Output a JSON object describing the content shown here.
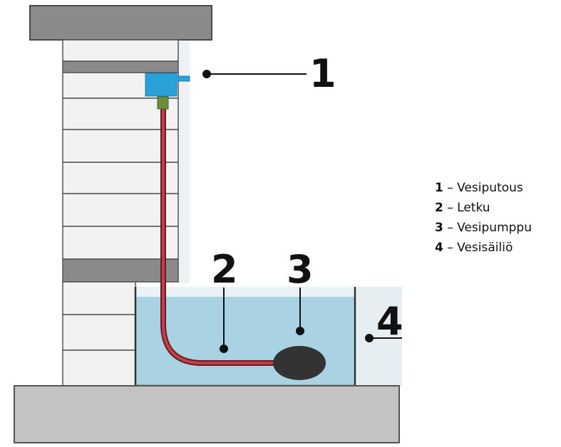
{
  "callouts": [
    {
      "number": "1"
    },
    {
      "number": "2"
    },
    {
      "number": "3"
    },
    {
      "number": "4"
    }
  ],
  "legend": [
    {
      "number": "1",
      "dash": " – ",
      "text": "Vesiputous"
    },
    {
      "number": "2",
      "dash": " – ",
      "text": "Letku"
    },
    {
      "number": "3",
      "dash": " – ",
      "text": "Vesipumppu"
    },
    {
      "number": "4",
      "dash": " – ",
      "text": "Vesisäiliö"
    }
  ],
  "colors": {
    "water": "#a9d3e3",
    "tank_wall": "#333333",
    "hose": "#b0323c",
    "pump": "#333333",
    "spout": "#2aa0d8",
    "brick": "#f0f0f0",
    "dark_stone": "#8a8a8a",
    "base": "#c3c3c3"
  }
}
